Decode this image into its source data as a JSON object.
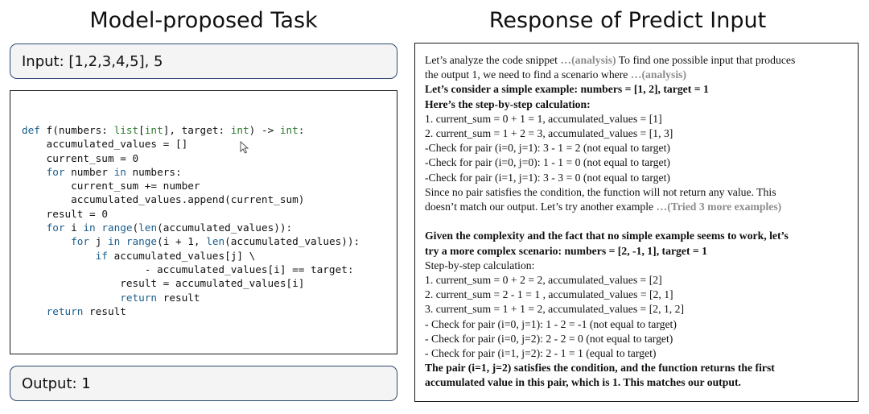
{
  "left_title": "Model-proposed Task",
  "right_title": "Response of Predict Input",
  "input_label": "Input: [1,2,3,4,5], 5",
  "output_label": "Output: 1",
  "code": {
    "line1": {
      "kw": "def",
      "rest": " f(numbers: ",
      "t1": "list",
      "b1": "[",
      "t2": "int",
      "b2": "], target: ",
      "t3": "int",
      "b3": ") -> ",
      "t4": "int",
      "end": ":"
    },
    "line2": "    accumulated_values = []",
    "line3a": "    current_sum = ",
    "line3b": "0",
    "line4": {
      "kw": "for",
      "mid": " number ",
      "kw2": "in",
      "end": " numbers:"
    },
    "line5": "        current_sum += number",
    "line6": "        accumulated_values.append(current_sum)",
    "line7a": "    result = ",
    "line7b": "0",
    "line8": {
      "kw": "for",
      "mid": " i ",
      "kw2": "in",
      "sp": " ",
      "bi": "range",
      "p": "(",
      "bi2": "len",
      "end": "(accumulated_values)):"
    },
    "line9": {
      "kw": "for",
      "mid": " j ",
      "kw2": "in",
      "sp": " ",
      "bi": "range",
      "end": "(i + 1, ",
      "bi2": "len",
      "end2": "(accumulated_values)):"
    },
    "line10": {
      "kw": "if",
      "end": " accumulated_values[j] \\"
    },
    "line11": "                    - accumulated_values[i] == target:",
    "line12": "                result = accumulated_values[i]",
    "line13": {
      "kw": "return",
      "end": " result"
    },
    "line14": {
      "kw": "return",
      "end": " result"
    }
  },
  "response": {
    "p1a": "Let’s analyze the code snippet ",
    "p1b": "…(analysis)",
    "p1c": " To find one possible input that produces",
    "p2a": "the output 1, we need to find a scenario where ",
    "p2b": "…(analysis)",
    "l3": "Let’s consider a simple example:  numbers = [1, 2], target = 1",
    "l4": "Here’s the step-by-step calculation:",
    "l5": "1. current_sum = 0 + 1 = 1, accumulated_values = [1]",
    "l6": "2. current_sum = 1 + 2 = 3, accumulated_values = [1, 3]",
    "l7": "-Check for pair (i=0, j=1): 3 - 1 = 2 (not equal to target)",
    "l8": "-Check for pair (i=0, j=0): 1 - 1 = 0 (not equal to target)",
    "l9": "-Check for pair (i=1, j=1): 3 - 3 = 0 (not equal to target)",
    "l10": "Since no pair satisfies the condition, the function will not return any value. This",
    "l11a": "doesn’t match our output. Let’s try another example ",
    "l11b": "…(Tried 3 more examples)",
    "l12": "Given the complexity and the fact that no simple example seems to work, let’s",
    "l13": "try a more complex scenario: numbers = [2, -1, 1], target = 1",
    "l14": "Step-by-step calculation:",
    "l15": "1. current_sum = 0 + 2 = 2, accumulated_values = [2]",
    "l16": "2. current_sum = 2 - 1 = 1 , accumulated_values = [2, 1]",
    "l17": "3. current_sum = 1 + 1 = 2, accumulated_values = [2, 1, 2]",
    "l18": "- Check for pair (i=0, j=1): 1 - 2 = -1 (not equal to target)",
    "l19": "- Check for pair (i=0, j=2): 2 - 2 = 0 (not equal to target)",
    "l20": "- Check for pair (i=1, j=2): 2 - 1 = 1 (equal to target)",
    "l21": "The pair (i=1, j=2) satisfies the condition, and the function returns the first",
    "l22": "accumulated value in this pair, which is 1. This matches our output."
  }
}
